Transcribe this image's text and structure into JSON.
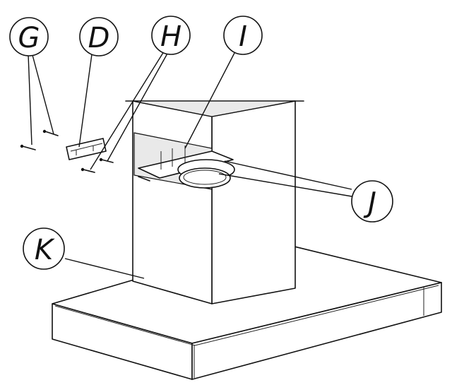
{
  "diagram": {
    "callouts": {
      "G": "G",
      "D": "D",
      "H": "H",
      "I": "I",
      "J": "J",
      "K": "K"
    },
    "colors": {
      "line": "#111111",
      "background": "#ffffff"
    }
  }
}
